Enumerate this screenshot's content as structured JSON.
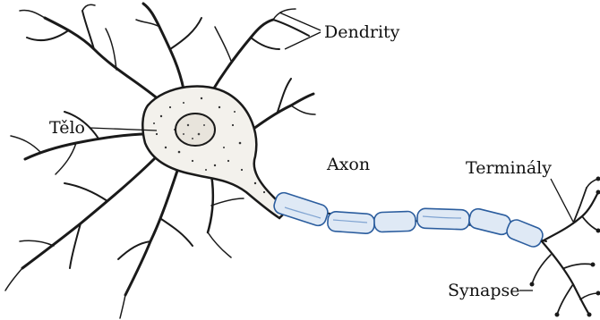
{
  "labels": {
    "dendrites": "Dendrity",
    "soma": "Tělo",
    "axon": "Axon",
    "terminals": "Terminály",
    "synapse": "Synapse"
  },
  "colors": {
    "ink": "#111111",
    "myelin_fill": "#dfe9f5",
    "myelin_stroke": "#2b5d9e",
    "background": "#ffffff"
  }
}
